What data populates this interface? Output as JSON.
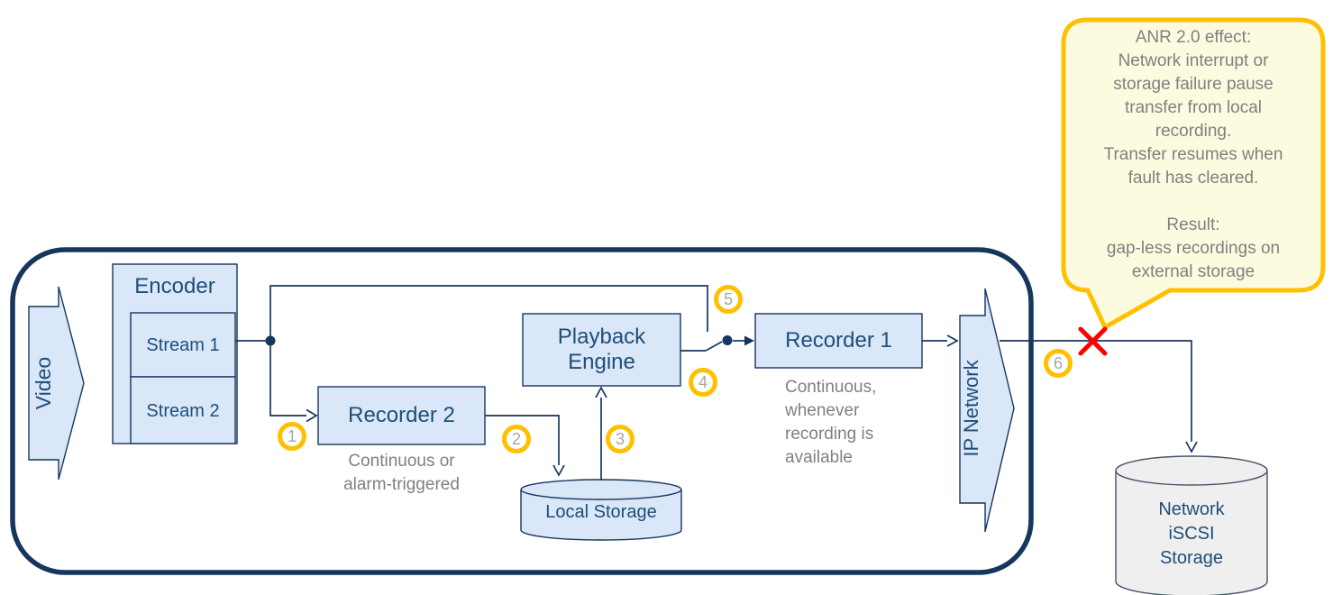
{
  "colors": {
    "line_navy": "#17365D",
    "box_fill": "#D9E7F8",
    "box_border": "#17365D",
    "label_blue": "#1F4E79",
    "caption_gray": "#808080",
    "step_ring_orange": "#FFC000",
    "step_number_gray": "#A6A6A6",
    "callout_fill": "#FCFBDF",
    "callout_border": "#FFC000",
    "fault_red": "#FF0000",
    "network_storage_fill": "#EFEFEF"
  },
  "nodes": {
    "video": {
      "label": "Video"
    },
    "encoder": {
      "label": "Encoder",
      "streams": [
        "Stream 1",
        "Stream 2"
      ]
    },
    "recorder2": {
      "label": "Recorder 2",
      "caption": "Continuous or\nalarm-triggered"
    },
    "playback_engine": {
      "label": "Playback\nEngine"
    },
    "local_storage": {
      "label": "Local Storage"
    },
    "recorder1": {
      "label": "Recorder 1",
      "caption": "Continuous,\nwhenever\nrecording is\navailable"
    },
    "ip_network": {
      "label": "IP Network"
    },
    "network_storage": {
      "label": "Network\niSCSI\nStorage"
    }
  },
  "steps": [
    "1",
    "2",
    "3",
    "4",
    "5",
    "6"
  ],
  "callout": {
    "text": "ANR 2.0 effect:\nNetwork interrupt or\nstorage failure pause\ntransfer from local\nrecording.\nTransfer resumes when\nfault has cleared.\n\nResult:\ngap-less recordings on\nexternal storage"
  }
}
